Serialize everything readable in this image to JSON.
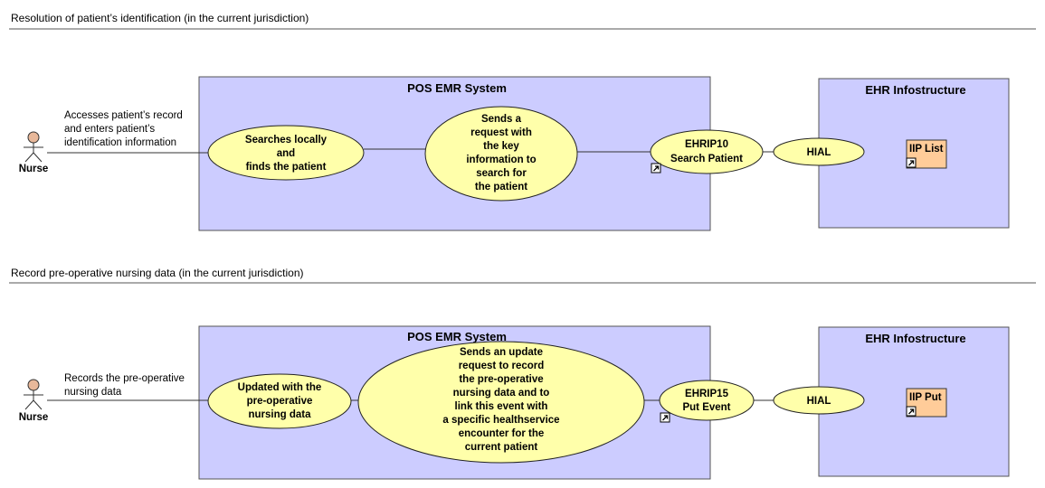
{
  "sections": [
    {
      "title": "Resolution of patient’s identification (in the current jurisdiction)",
      "actor": "Nurse",
      "association": [
        "Accesses patient’s record",
        "and enters patient’s",
        "identification information"
      ],
      "system_title": "POS EMR System",
      "uc1": [
        "Searches locally",
        "and",
        "finds the patient"
      ],
      "uc2": [
        "Sends a",
        "request with",
        "the key",
        "information to",
        "search for",
        "the patient"
      ],
      "interaction": [
        "EHRIP10",
        "Search Patient"
      ],
      "ehr_title": "EHR Infostructure",
      "hial": "HIAL",
      "component": "IIP List"
    },
    {
      "title": "Record pre-operative nursing data (in the current jurisdiction)",
      "actor": "Nurse",
      "association": [
        "Records the pre-operative",
        "nursing data"
      ],
      "system_title": "POS EMR System",
      "uc1": [
        "Updated with the",
        "pre-operative",
        "nursing data"
      ],
      "uc2": [
        "Sends an update",
        "request to record",
        "the pre-operative",
        "nursing data and to",
        "link this event with",
        "a specific healthservice",
        "encounter for the",
        "current patient"
      ],
      "interaction": [
        "EHRIP15",
        "Put Event"
      ],
      "ehr_title": "EHR Infostructure",
      "hial": "HIAL",
      "component": "IIP Put"
    }
  ]
}
